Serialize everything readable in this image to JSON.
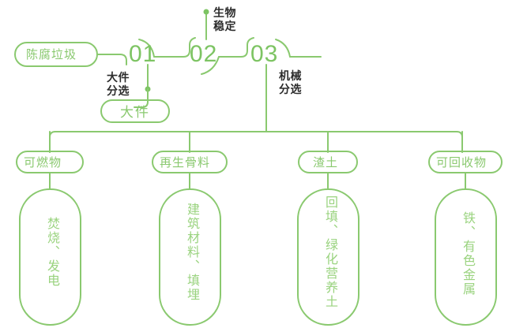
{
  "theme": {
    "line_color": "#8ac96f",
    "text_green": "#9ad37f",
    "num_green": "#7dc463",
    "dark_text": "#2b2b2b",
    "background": "#ffffff"
  },
  "diagram": {
    "type": "process-flow",
    "title": "",
    "source": {
      "label": "陈腐垃圾"
    },
    "stages": [
      {
        "number": "01",
        "process": "大件\n分选",
        "process_position": "below-left",
        "output": "大件"
      },
      {
        "number": "02",
        "process": "生物\n稳定",
        "process_position": "above-right",
        "output": ""
      },
      {
        "number": "03",
        "process": "机械\n分选",
        "process_position": "below-right",
        "output": ""
      }
    ],
    "outputs": [
      {
        "category": "可燃物",
        "treatment": "焚烧、发电"
      },
      {
        "category": "再生骨料",
        "treatment": "建筑材料、填埋"
      },
      {
        "category": "渣土",
        "treatment": "回填、绿化营养土"
      },
      {
        "category": "可回收物",
        "treatment": "铁、有色金属"
      }
    ]
  }
}
